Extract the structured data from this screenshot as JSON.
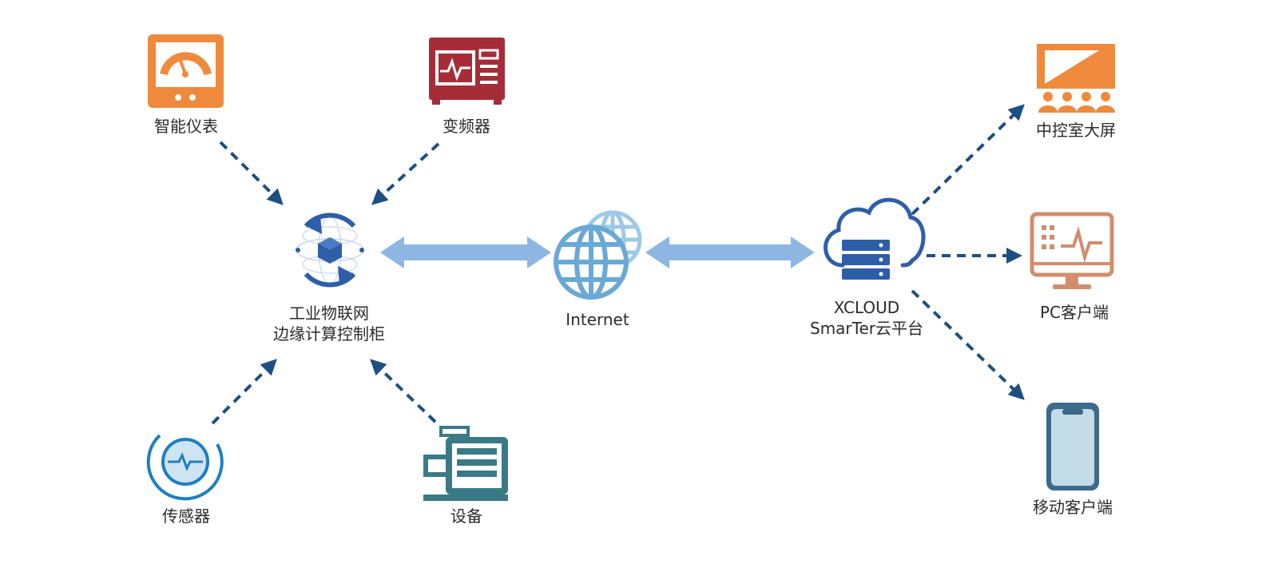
{
  "nodes": {
    "meter": {
      "label": "智能仪表",
      "icon": "gauge-meter-icon"
    },
    "inverter": {
      "label": "变频器",
      "icon": "frequency-inverter-icon"
    },
    "sensor": {
      "label": "传感器",
      "icon": "sensor-icon"
    },
    "equipment": {
      "label": "设备",
      "icon": "motor-equipment-icon"
    },
    "edge": {
      "label_line1": "工业物联网",
      "label_line2": "边缘计算控制柜",
      "icon": "edge-cube-icon"
    },
    "internet": {
      "label": "Internet",
      "icon": "globe-icon"
    },
    "cloud": {
      "label_line1": "XCLOUD",
      "label_line2": "SmarTer云平台",
      "icon": "cloud-server-icon"
    },
    "bigscreen": {
      "label": "中控室大屏",
      "icon": "control-room-screen-icon"
    },
    "pc": {
      "label": "PC客户端",
      "icon": "pc-monitor-icon"
    },
    "mobile": {
      "label": "移动客户端",
      "icon": "smartphone-icon"
    }
  },
  "colors": {
    "orange": "#ef8a3c",
    "dark_red": "#a62c37",
    "teal": "#3a7a87",
    "sensor_blue": "#1f7fc0",
    "navy": "#2f5ea8",
    "arrow_dashed": "#1d4f82",
    "arrow_double": "#8db6e3",
    "globe": "#6aa9d6",
    "pc_stroke": "#d28d6c",
    "phone_stroke": "#3c6a8c",
    "phone_fill": "#c4dbe8"
  },
  "edges": [
    {
      "from": "meter",
      "to": "edge",
      "style": "dashed"
    },
    {
      "from": "inverter",
      "to": "edge",
      "style": "dashed"
    },
    {
      "from": "sensor",
      "to": "edge",
      "style": "dashed"
    },
    {
      "from": "equipment",
      "to": "edge",
      "style": "dashed"
    },
    {
      "from": "edge",
      "to": "internet",
      "style": "double"
    },
    {
      "from": "internet",
      "to": "cloud",
      "style": "double"
    },
    {
      "from": "cloud",
      "to": "bigscreen",
      "style": "dashed"
    },
    {
      "from": "cloud",
      "to": "pc",
      "style": "dashed"
    },
    {
      "from": "cloud",
      "to": "mobile",
      "style": "dashed"
    }
  ]
}
